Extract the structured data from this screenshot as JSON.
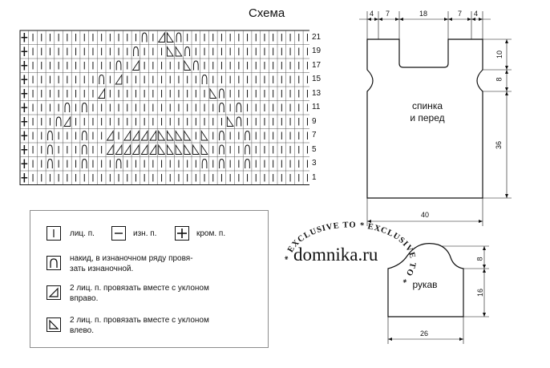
{
  "title": "Схема",
  "chart": {
    "rows": [
      [
        "k",
        "k",
        "k",
        "k",
        "k",
        "k",
        "k",
        "k",
        "k",
        "k",
        "k",
        "k",
        "k",
        "o",
        "k",
        "r",
        "l",
        "o",
        "k",
        "k",
        "k",
        "k",
        "k",
        "k",
        "k",
        "k",
        "k",
        "k",
        "k",
        "k",
        "k",
        "k",
        "k"
      ],
      [
        "k",
        "k",
        "k",
        "k",
        "k",
        "k",
        "k",
        "k",
        "k",
        "k",
        "k",
        "k",
        "o",
        "k",
        "k",
        "k",
        "l",
        "l",
        "o",
        "k",
        "k",
        "k",
        "k",
        "k",
        "k",
        "k",
        "k",
        "k",
        "k",
        "k",
        "k",
        "k",
        "k"
      ],
      [
        "k",
        "k",
        "k",
        "k",
        "k",
        "k",
        "k",
        "k",
        "k",
        "k",
        "o",
        "k",
        "r",
        "k",
        "k",
        "k",
        "k",
        "k",
        "l",
        "o",
        "k",
        "k",
        "k",
        "k",
        "k",
        "k",
        "k",
        "k",
        "k",
        "k",
        "k",
        "k",
        "k"
      ],
      [
        "k",
        "k",
        "k",
        "k",
        "k",
        "k",
        "k",
        "k",
        "o",
        "k",
        "r",
        "k",
        "k",
        "k",
        "k",
        "k",
        "k",
        "k",
        "k",
        "k",
        "o",
        "k",
        "k",
        "k",
        "k",
        "k",
        "k",
        "k",
        "k",
        "k",
        "k",
        "k",
        "k"
      ],
      [
        "k",
        "k",
        "k",
        "k",
        "k",
        "k",
        "k",
        "k",
        "r",
        "k",
        "k",
        "k",
        "k",
        "k",
        "k",
        "k",
        "k",
        "k",
        "k",
        "k",
        "k",
        "l",
        "o",
        "k",
        "k",
        "k",
        "k",
        "k",
        "k",
        "k",
        "k",
        "k",
        "k"
      ],
      [
        "k",
        "k",
        "k",
        "k",
        "o",
        "k",
        "o",
        "k",
        "k",
        "k",
        "k",
        "k",
        "k",
        "k",
        "k",
        "k",
        "k",
        "k",
        "k",
        "k",
        "k",
        "k",
        "o",
        "k",
        "o",
        "k",
        "k",
        "k",
        "k",
        "k",
        "k",
        "k",
        "k"
      ],
      [
        "k",
        "k",
        "k",
        "o",
        "r",
        "k",
        "k",
        "k",
        "k",
        "k",
        "k",
        "k",
        "k",
        "k",
        "k",
        "k",
        "k",
        "k",
        "k",
        "k",
        "k",
        "k",
        "k",
        "l",
        "o",
        "k",
        "k",
        "k",
        "k",
        "k",
        "k",
        "k",
        "k"
      ],
      [
        "k",
        "k",
        "o",
        "k",
        "k",
        "k",
        "o",
        "k",
        "k",
        "r",
        "k",
        "r",
        "r",
        "r",
        "r",
        "l",
        "l",
        "l",
        "l",
        "k",
        "l",
        "k",
        "o",
        "k",
        "k",
        "o",
        "k",
        "k",
        "k",
        "k",
        "k",
        "k",
        "k"
      ],
      [
        "k",
        "k",
        "o",
        "k",
        "k",
        "k",
        "o",
        "k",
        "k",
        "r",
        "r",
        "r",
        "r",
        "r",
        "r",
        "l",
        "l",
        "l",
        "l",
        "l",
        "l",
        "k",
        "o",
        "k",
        "k",
        "o",
        "k",
        "k",
        "k",
        "k",
        "k",
        "k",
        "k"
      ],
      [
        "k",
        "k",
        "o",
        "k",
        "k",
        "k",
        "o",
        "k",
        "k",
        "k",
        "o",
        "k",
        "k",
        "k",
        "k",
        "k",
        "k",
        "k",
        "k",
        "k",
        "o",
        "k",
        "o",
        "k",
        "k",
        "o",
        "k",
        "k",
        "k",
        "k",
        "k",
        "k",
        "k"
      ],
      [
        "k",
        "k",
        "k",
        "k",
        "k",
        "k",
        "k",
        "k",
        "k",
        "k",
        "k",
        "k",
        "k",
        "k",
        "k",
        "k",
        "k",
        "k",
        "k",
        "k",
        "k",
        "k",
        "k",
        "k",
        "k",
        "k",
        "k",
        "k",
        "k",
        "k",
        "k",
        "k",
        "k"
      ]
    ],
    "row_numbers": [
      "21",
      "19",
      "17",
      "15",
      "13",
      "11",
      "9",
      "7",
      "5",
      "3",
      "1"
    ]
  },
  "legend": {
    "knit": "лиц. п.",
    "purl": "изн. п.",
    "edge": "кром. п.",
    "yo_line1": "накид, в изнаночном ряду провя-",
    "yo_line2": "зать изнаночной.",
    "k2r_line1": "2 лиц. п. провязать вместе с уклоном",
    "k2r_line2": "вправо.",
    "k2l_line1": "2 лиц. п. провязать вместе с уклоном",
    "k2l_line2": "влево."
  },
  "watermark": {
    "main": "domnika.ru",
    "ring": "* EXCLUSIVE TO * EXCLUSIVE TO *"
  },
  "body_schematic": {
    "dims_top": [
      "4",
      "7",
      "18",
      "7",
      "4"
    ],
    "dims_right": [
      "10",
      "8",
      "36"
    ],
    "bottom": "40",
    "label_line1": "спинка",
    "label_line2": "и перед"
  },
  "sleeve_schematic": {
    "dims_right": [
      "8",
      "16"
    ],
    "bottom": "26",
    "label": "рукав"
  }
}
